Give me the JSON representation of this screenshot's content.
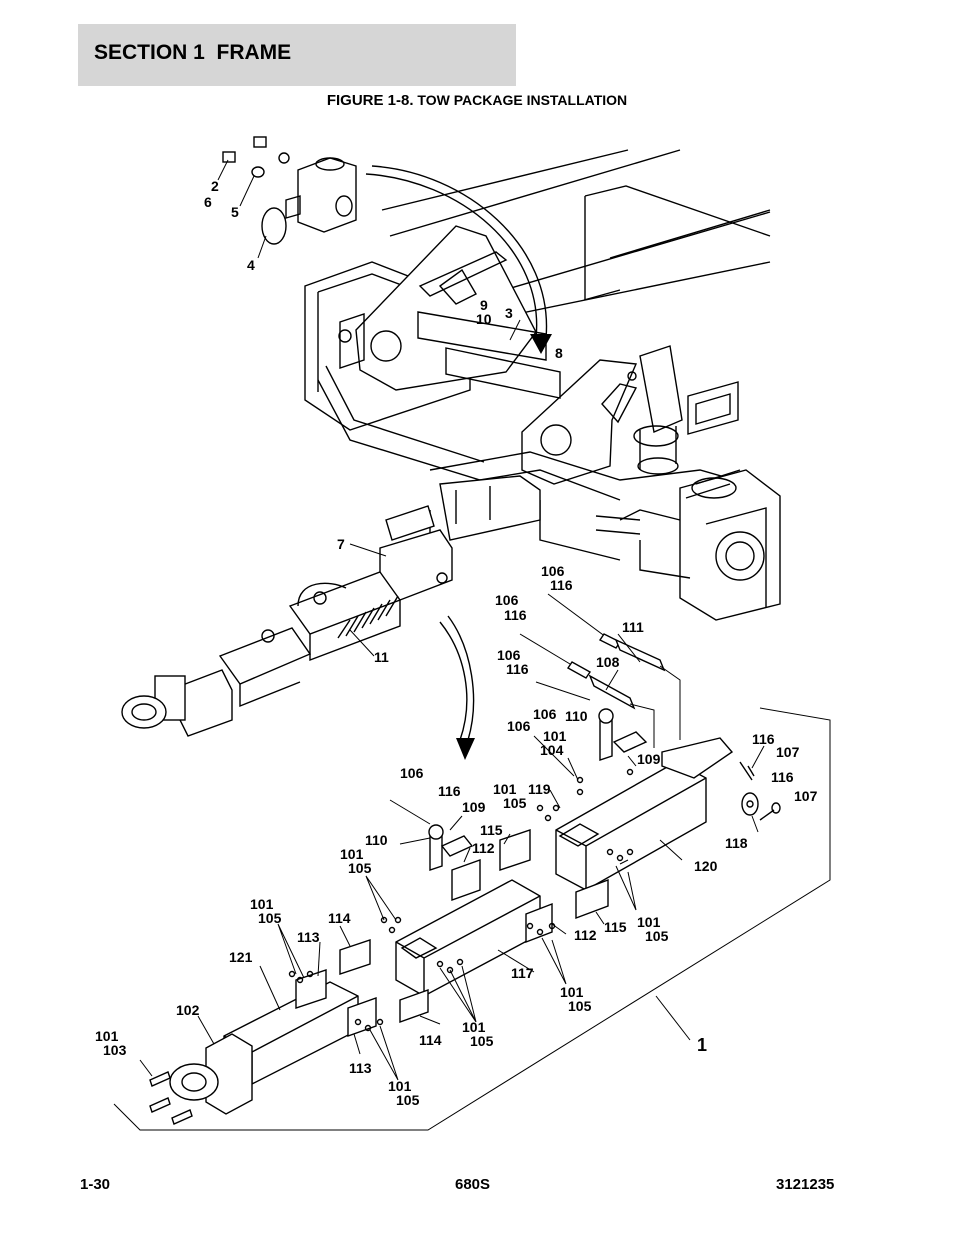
{
  "header": {
    "section_title": "SECTION 1  FRAME",
    "figure_title_prefix": "FIGURE 1-8.",
    "figure_title_text": "TOW PACKAGE INSTALLATION"
  },
  "callouts": {
    "c2": "2",
    "c6": "6",
    "c5": "5",
    "c4": "4",
    "c9": "9",
    "c10": "10",
    "c3": "3",
    "c8": "8",
    "c7": "7",
    "c11": "11",
    "c106a": "106",
    "c116a": "116",
    "c106b": "106",
    "c116b": "116",
    "c111": "111",
    "c106c": "106",
    "c116c": "116",
    "c108": "108",
    "c106d": "106",
    "c110a": "110",
    "c106e": "106",
    "c101a": "101",
    "c104": "104",
    "c109a": "109",
    "c116d": "116",
    "c107a": "107",
    "c116e": "116",
    "c107b": "107",
    "c118": "118",
    "c106f": "106",
    "c116f": "116",
    "c109b": "109",
    "c101b": "101",
    "c119": "119",
    "c105b": "105",
    "c115a": "115",
    "c110b": "110",
    "c112a": "112",
    "c101c": "101",
    "c105c": "105",
    "c120": "120",
    "c101d": "101",
    "c105d": "105",
    "c114a": "114",
    "c113a": "113",
    "c115b": "115",
    "c112b": "112",
    "c101e": "101",
    "c105e": "105",
    "c121": "121",
    "c117": "117",
    "c101f": "101",
    "c105f": "105",
    "c102": "102",
    "c101g": "101",
    "c103": "103",
    "c101h": "101",
    "c105h": "105",
    "c114b": "114",
    "c113b": "113",
    "c101i": "101",
    "c105i": "105",
    "c1": "1"
  },
  "footer": {
    "page_number": "1-30",
    "model": "680S",
    "document_number": "3121235"
  }
}
